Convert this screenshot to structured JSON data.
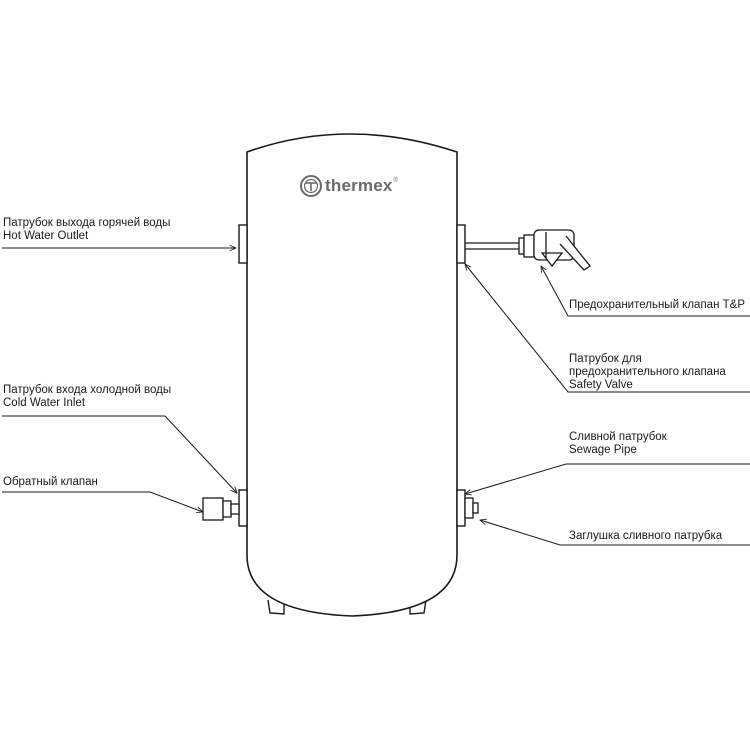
{
  "brand": {
    "name": "thermex",
    "registered_mark": "®"
  },
  "labels": {
    "hot_water_outlet": {
      "ru": "Патрубок выхода горячей воды",
      "en": "Hot Water Outlet"
    },
    "cold_water_inlet": {
      "ru": "Патрубок входа холодной воды",
      "en": "Cold Water Inlet"
    },
    "check_valve": {
      "ru": "Обратный клапан"
    },
    "tp_valve": {
      "ru": "Предохранительный клапан T&P"
    },
    "safety_valve_pipe": {
      "ru_line1": "Патрубок для",
      "ru_line2": "предохранительного клапана",
      "en": "Safety Valve"
    },
    "sewage_pipe": {
      "ru": "Сливной патрубок",
      "en": "Sewage Pipe"
    },
    "sewage_plug": {
      "ru": "Заглушка сливного патрубка"
    }
  }
}
